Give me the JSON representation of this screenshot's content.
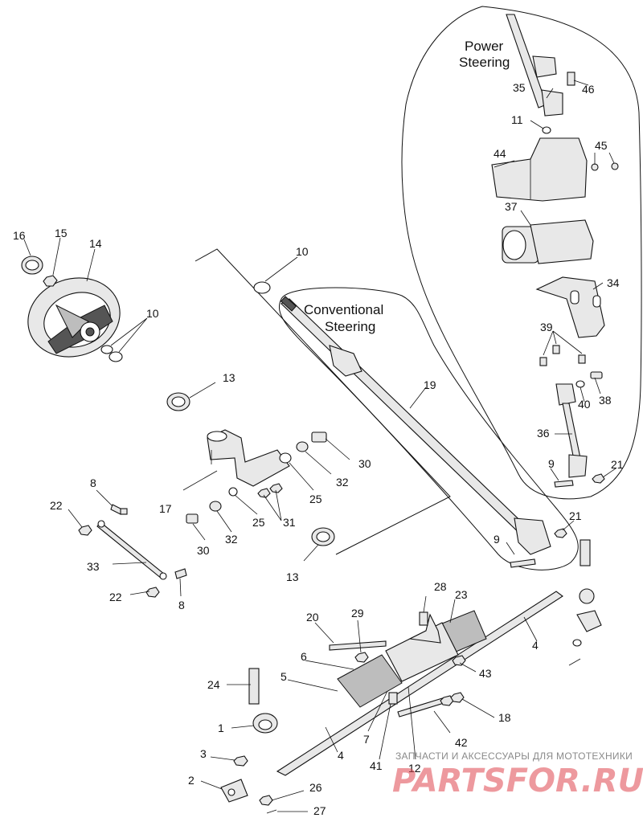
{
  "sections": {
    "power_line1": "Power",
    "power_line2": "Steering",
    "conv_line1": "Conventional",
    "conv_line2": "Steering"
  },
  "callouts": {
    "n1": "1",
    "n2": "2",
    "n3": "3",
    "n4a": "4",
    "n4b": "4",
    "n5": "5",
    "n6": "6",
    "n7": "7",
    "n8a": "8",
    "n8b": "8",
    "n9a": "9",
    "n9b": "9",
    "n10a": "10",
    "n10b": "10",
    "n11": "11",
    "n12": "12",
    "n13a": "13",
    "n13b": "13",
    "n14": "14",
    "n15": "15",
    "n16": "16",
    "n17": "17",
    "n18": "18",
    "n19": "19",
    "n20": "20",
    "n21a": "21",
    "n21b": "21",
    "n22a": "22",
    "n22b": "22",
    "n23": "23",
    "n24": "24",
    "n25a": "25",
    "n25b": "25",
    "n26": "26",
    "n27": "27",
    "n28": "28",
    "n29": "29",
    "n30a": "30",
    "n30b": "30",
    "n31": "31",
    "n32a": "32",
    "n32b": "32",
    "n33": "33",
    "n34": "34",
    "n35": "35",
    "n36": "36",
    "n37": "37",
    "n38": "38",
    "n39": "39",
    "n40": "40",
    "n41": "41",
    "n42": "42",
    "n43": "43",
    "n44": "44",
    "n45": "45",
    "n46": "46"
  },
  "watermark": {
    "caption": "ЗАПЧАСТИ И АКСЕССУАРЫ ДЛЯ МОТОТЕХНИКИ",
    "brand": "PARTSFOR.RU"
  },
  "colors": {
    "ink": "#111111",
    "watermark": "#e0474f"
  }
}
